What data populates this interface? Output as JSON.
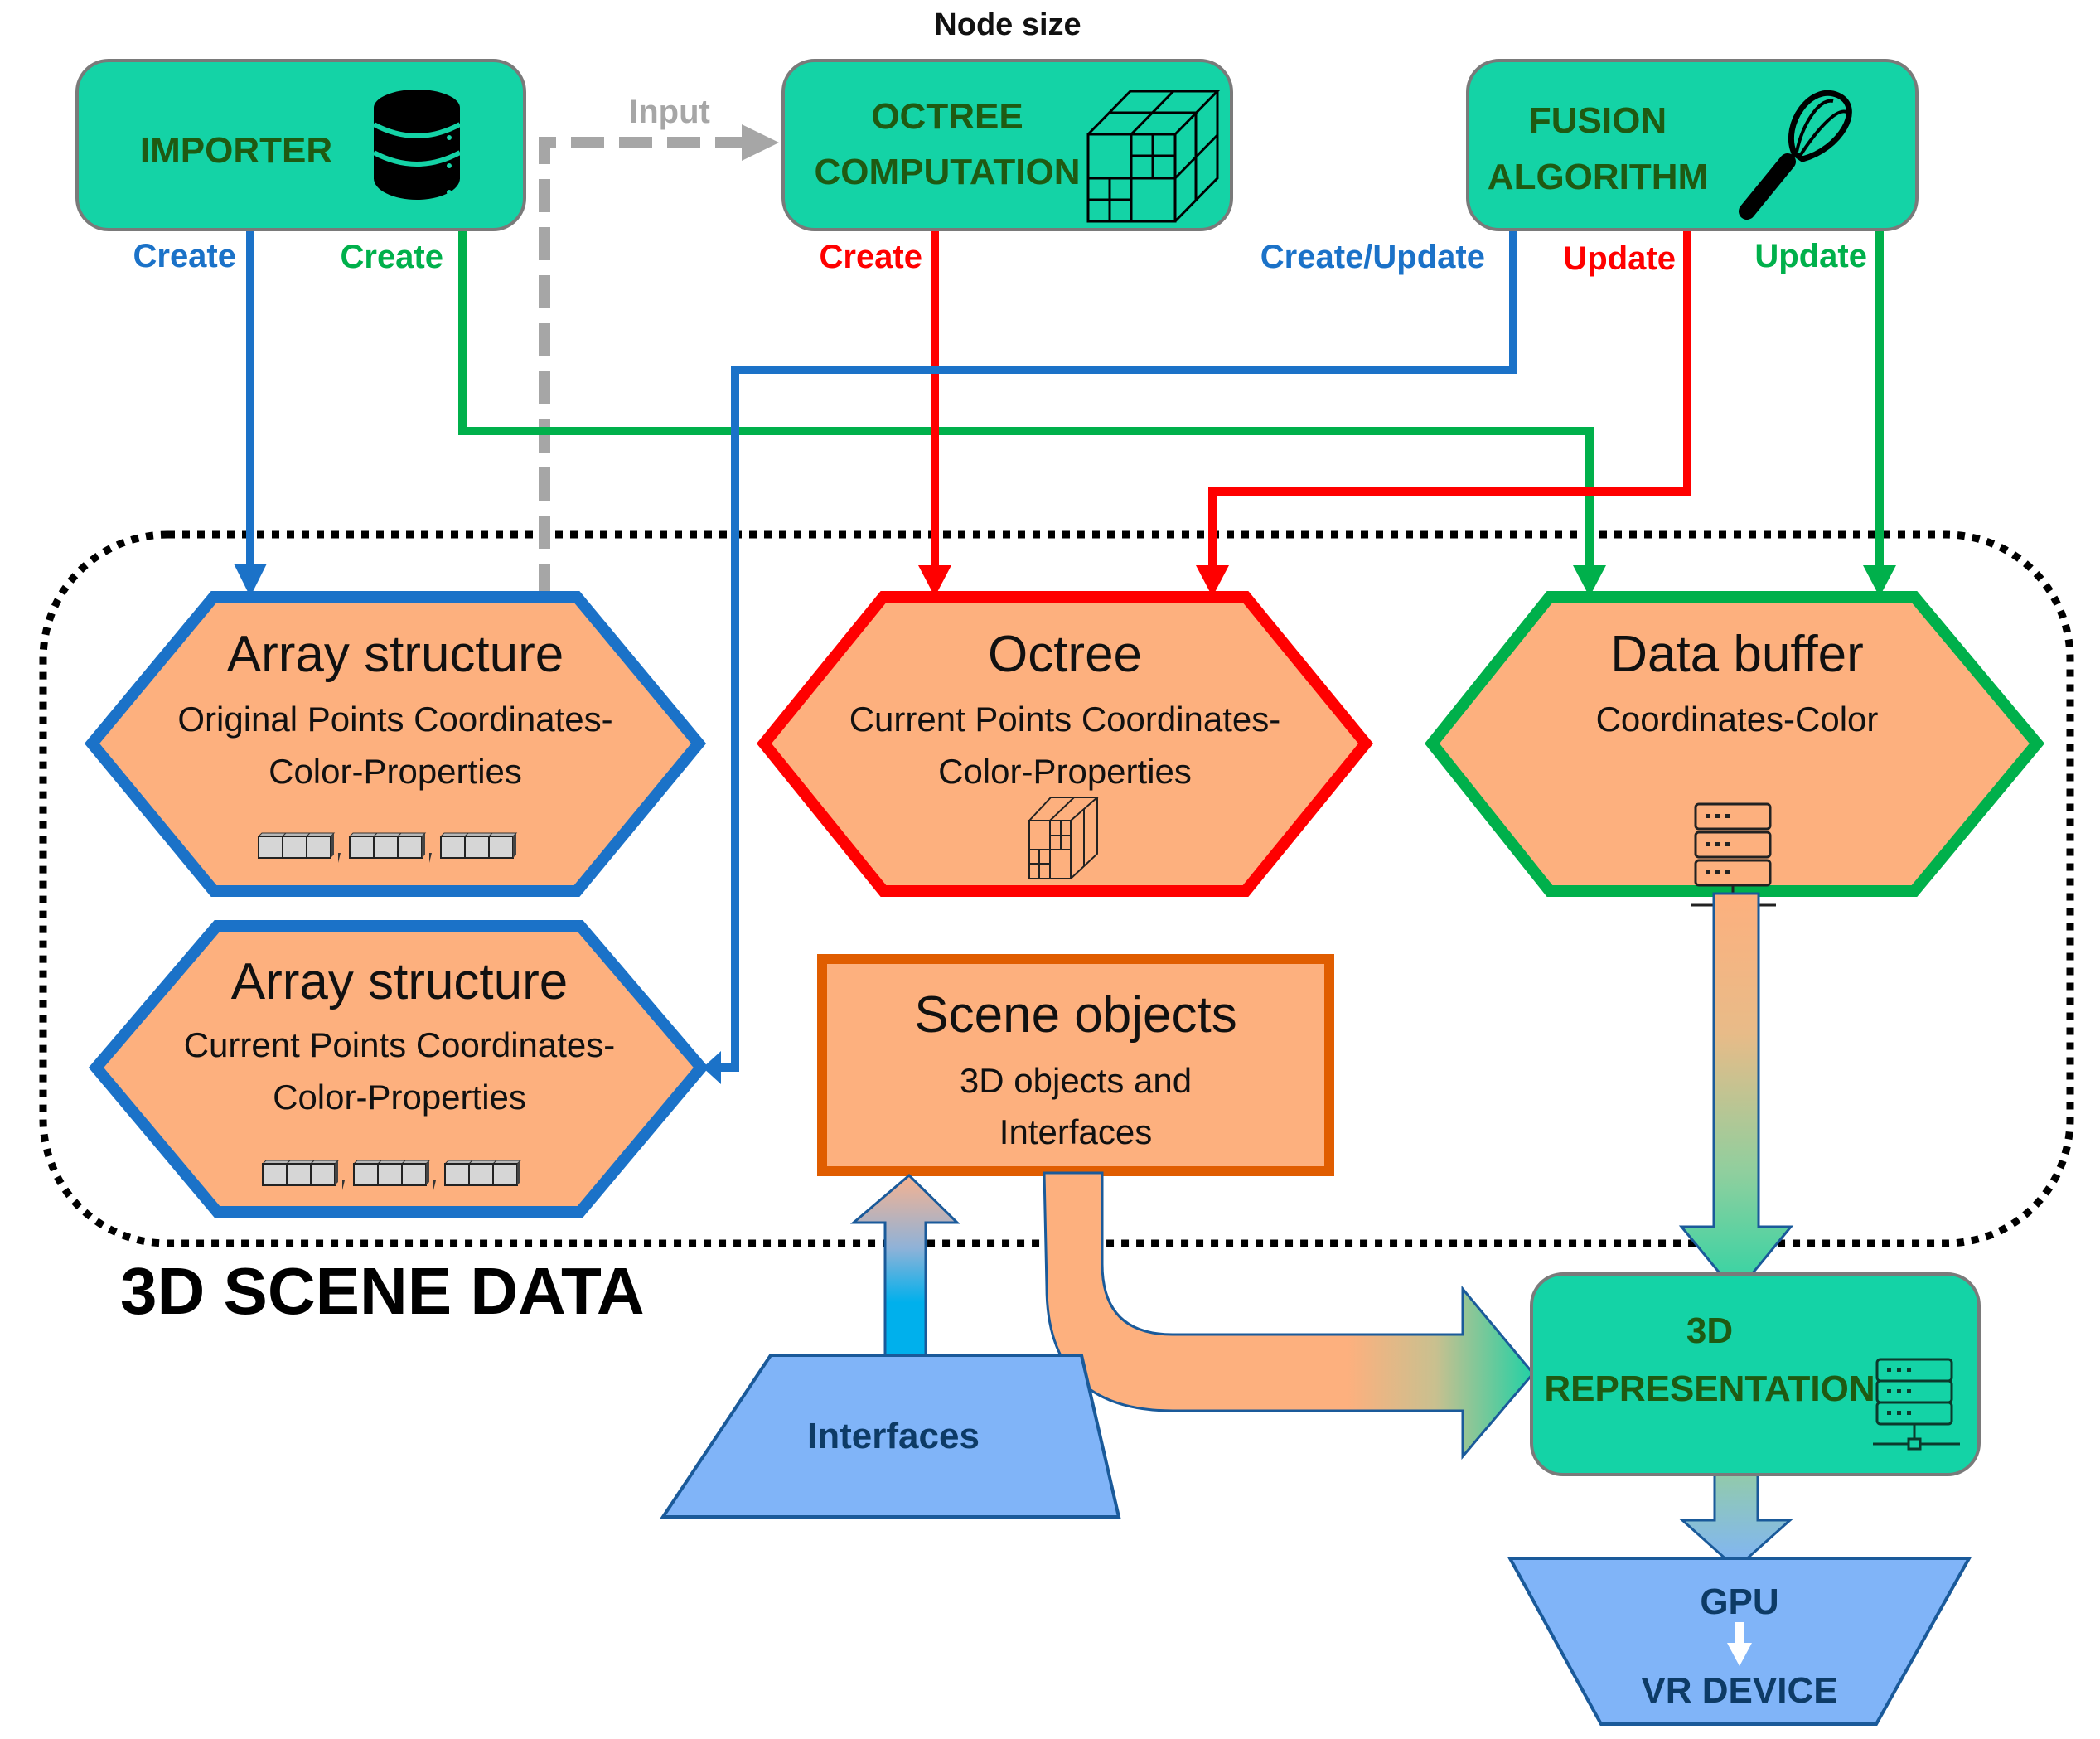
{
  "diagram": {
    "top_label": "Node size",
    "container_label": "3D SCENE DATA",
    "colors": {
      "process_fill": "#14d3a6",
      "process_border": "#7a7a7a",
      "process_text": "#1f5a12",
      "data_fill": "#fdb07e",
      "blue": "#1b72c8",
      "red": "#ff0000",
      "green": "#00b04b",
      "gray_dashed": "#a6a6a6",
      "scene_border": "#e05d00",
      "device_fill": "#80b4f8",
      "device_border": "#1a5a9a"
    },
    "processes": {
      "importer": {
        "label": "IMPORTER",
        "icon": "database-icon"
      },
      "octree_computation": {
        "line1": "OCTREE",
        "line2": "COMPUTATION",
        "icon": "octree-cube-icon"
      },
      "fusion_algorithm": {
        "line1": "FUSION",
        "line2": "ALGORITHM",
        "icon": "whisk-icon"
      },
      "representation": {
        "line1": "3D",
        "line2": "REPRESENTATION",
        "icon": "server-network-icon"
      }
    },
    "data_nodes": {
      "array_original": {
        "title": "Array structure",
        "line1": "Original Points Coordinates-",
        "line2": "Color-Properties",
        "icon": "array-blocks-icon"
      },
      "octree": {
        "title": "Octree",
        "line1": "Current Points Coordinates-",
        "line2": "Color-Properties",
        "icon": "octree-cube-icon"
      },
      "data_buffer": {
        "title": "Data buffer",
        "line1": "Coordinates-Color",
        "icon": "server-network-icon"
      },
      "array_current": {
        "title": "Array structure",
        "line1": "Current Points Coordinates-",
        "line2": "Color-Properties",
        "icon": "array-blocks-icon"
      },
      "scene_objects": {
        "title": "Scene objects",
        "line1": "3D objects and",
        "line2": "Interfaces"
      }
    },
    "devices": {
      "interfaces": {
        "label": "Interfaces"
      },
      "gpu_vr": {
        "line1": "GPU",
        "line2": "VR DEVICE"
      }
    },
    "edges": [
      {
        "from": "importer",
        "to": "array_original",
        "label": "Create",
        "color": "blue"
      },
      {
        "from": "importer",
        "to": "data_buffer",
        "label": "Create",
        "color": "green"
      },
      {
        "from": "array_original",
        "to": "octree_computation",
        "label": "Input",
        "color": "gray_dashed"
      },
      {
        "from": "octree_computation",
        "to": "octree",
        "label": "Create",
        "color": "red"
      },
      {
        "from": "fusion_algorithm",
        "to": "array_current",
        "label": "Create/Update",
        "color": "blue"
      },
      {
        "from": "fusion_algorithm",
        "to": "octree",
        "label": "Update",
        "color": "red"
      },
      {
        "from": "fusion_algorithm",
        "to": "data_buffer",
        "label": "Update",
        "color": "green"
      },
      {
        "from": "data_buffer",
        "to": "representation",
        "label": "",
        "color": "gradient"
      },
      {
        "from": "scene_objects",
        "to": "representation",
        "label": "",
        "color": "gradient"
      },
      {
        "from": "interfaces",
        "to": "scene_objects",
        "label": "",
        "color": "gradient"
      },
      {
        "from": "representation",
        "to": "gpu_vr",
        "label": "",
        "color": "gradient"
      }
    ]
  }
}
